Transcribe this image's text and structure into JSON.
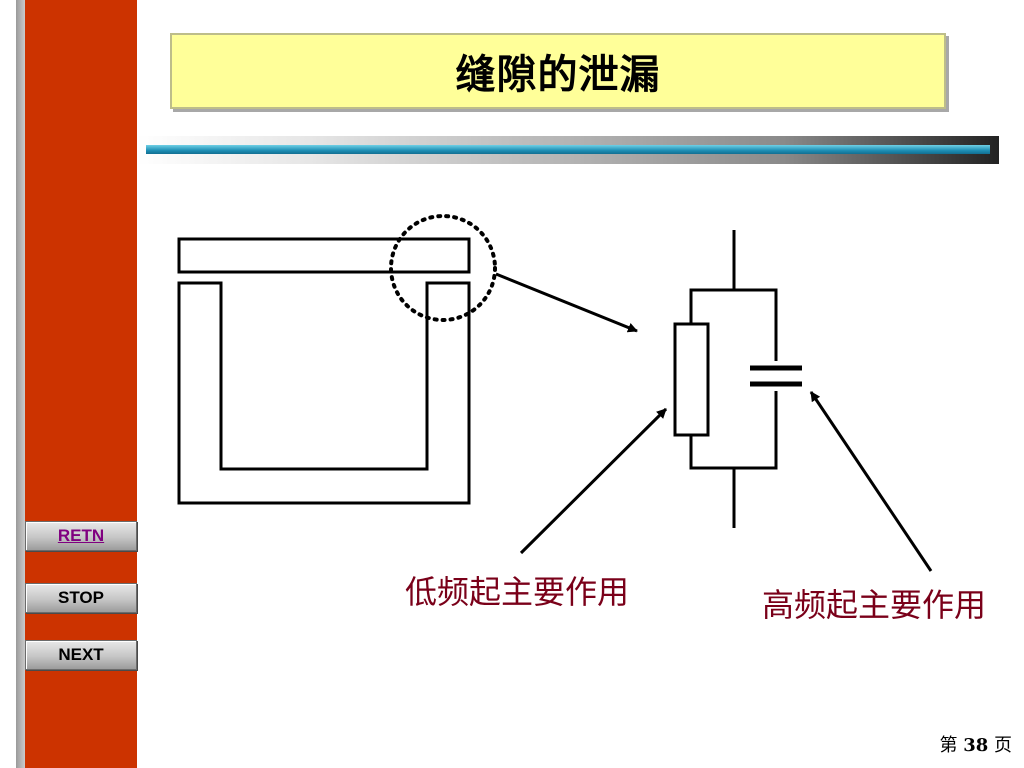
{
  "slide": {
    "title": "缝隙的泄漏",
    "caption_low": "低频起主要作用",
    "caption_high": "高频起主要作用",
    "page_prefix": "第",
    "page_number": "38",
    "page_suffix": "页"
  },
  "nav": {
    "retn": "RETN",
    "stop": "STOP",
    "next": "NEXT"
  },
  "colors": {
    "sidebar": "#cc3300",
    "title_bg": "#ffff99",
    "caption": "#7a0019",
    "rule_accent": "#1e8fb5"
  }
}
